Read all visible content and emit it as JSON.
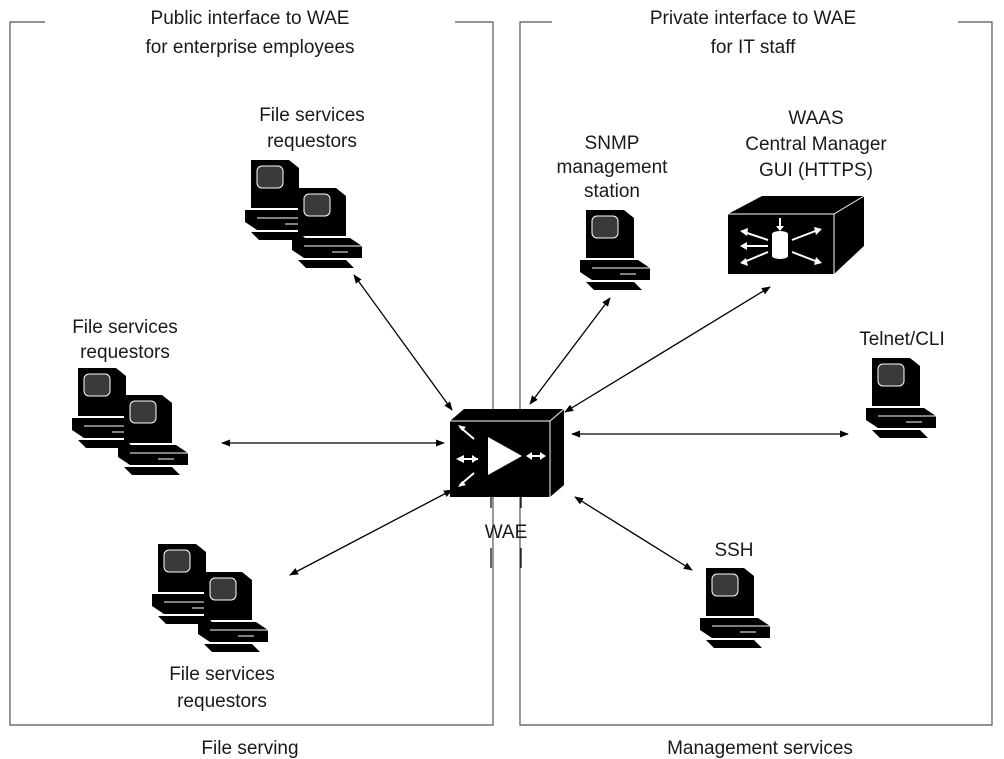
{
  "panels": {
    "left": {
      "title_line1": "Public interface to WAE",
      "title_line2": "for enterprise employees",
      "footer": "File serving"
    },
    "right": {
      "title_line1": "Private interface to WAE",
      "title_line2": "for IT staff",
      "footer": "Management services"
    }
  },
  "nodes": {
    "wae": {
      "label": "WAE"
    },
    "requestors_top": {
      "line1": "File services",
      "line2": "requestors"
    },
    "requestors_middle": {
      "line1": "File services",
      "line2": "requestors"
    },
    "requestors_bottom": {
      "line1": "File services",
      "line2": "requestors"
    },
    "snmp": {
      "line1": "SNMP",
      "line2": "management",
      "line3": "station"
    },
    "central_manager": {
      "line1": "WAAS",
      "line2": "Central Manager",
      "line3": "GUI (HTTPS)"
    },
    "telnet": {
      "label": "Telnet/CLI"
    },
    "ssh": {
      "label": "SSH"
    }
  },
  "colors": {
    "ink": "#000000",
    "panel_border": "#555555",
    "screen": "#3a3a3a"
  },
  "icons": {
    "workstation": "pc-workstation-icon",
    "wae": "wae-appliance-icon",
    "central_manager": "central-manager-appliance-icon"
  }
}
